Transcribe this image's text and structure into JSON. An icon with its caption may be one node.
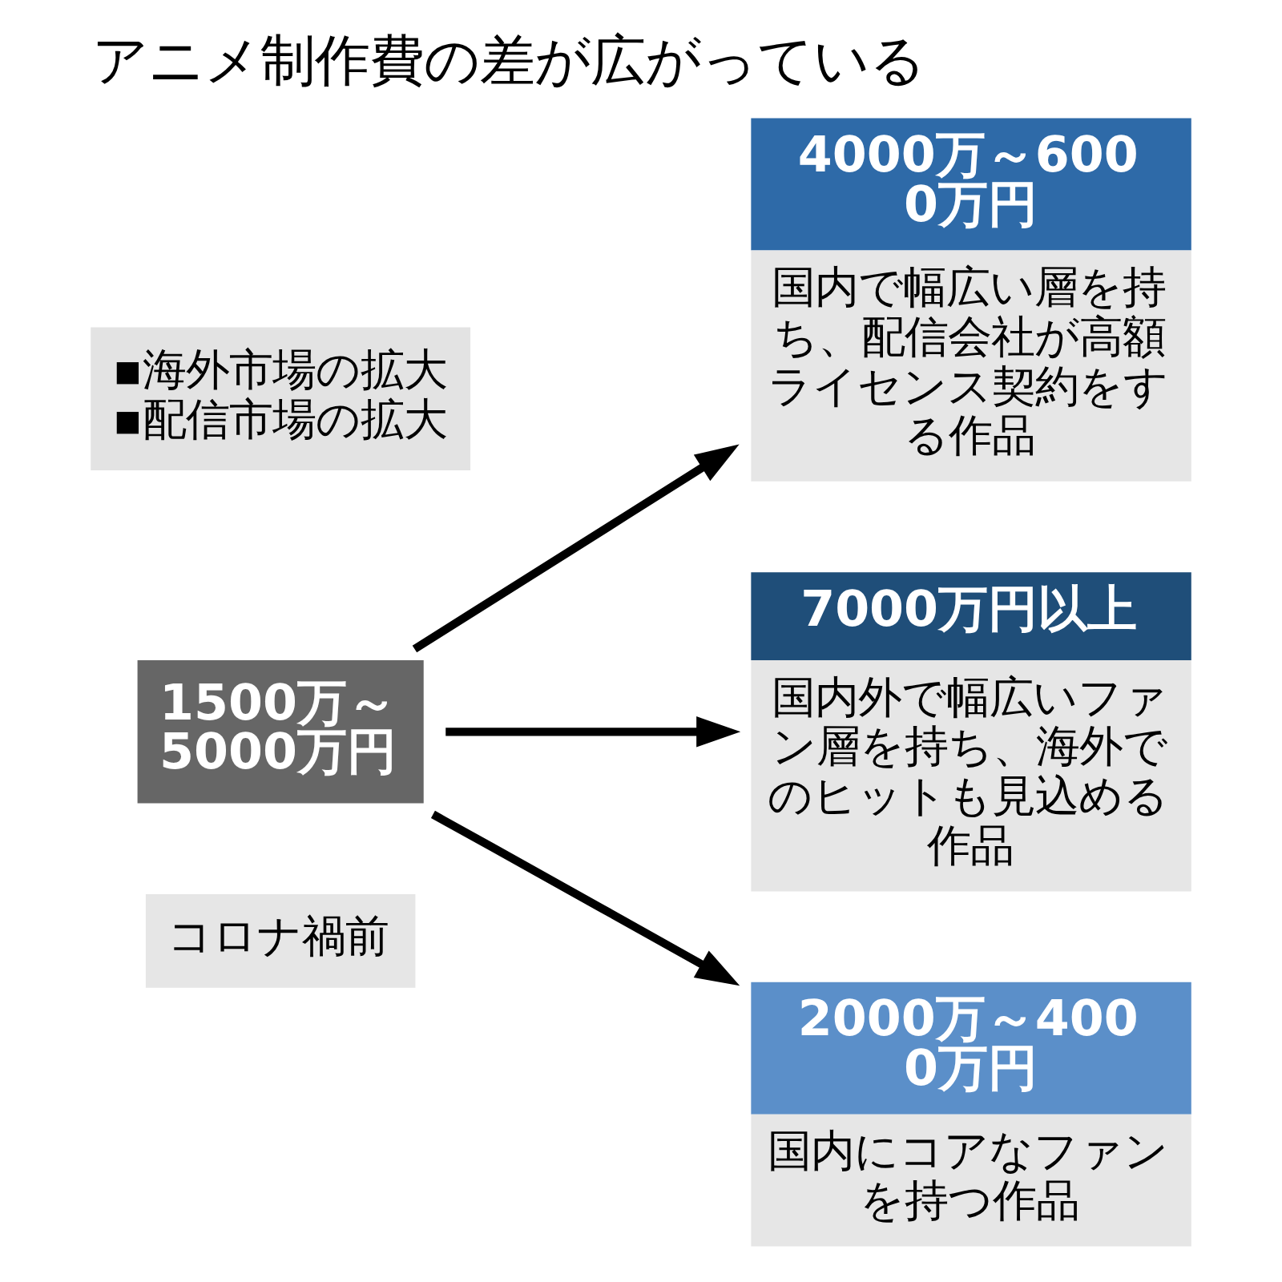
{
  "diagram": {
    "title": "アニメ制作費の差が広がっている",
    "nodes": [
      {
        "text": [
          "7000万円以上",
          "国内外で幅広いファン層を持ち、海外でのヒットも見込める作品"
        ]
      },
      {
        "text": [
          "▪海外市場の拡大",
          "▪配信市場の拡大"
        ]
      },
      {
        "text": [
          "4000万～6000万円",
          "国内で幅広い層を持ち、配信会社が高額ライセンス契約をする作品"
        ]
      },
      {
        "text": [
          "1500万～5000万円"
        ]
      },
      {
        "text": [
          "2000万～4000万円",
          "国内にコアなファンを持つ作品"
        ]
      },
      {
        "text": [
          "コロナ禍前"
        ]
      }
    ],
    "edges": [
      {
        "from": 3,
        "to": 0,
        "arrow": "to"
      },
      {
        "from": 3,
        "to": 2,
        "arrow": "to"
      },
      {
        "from": 3,
        "to": 4,
        "arrow": "to"
      }
    ]
  }
}
